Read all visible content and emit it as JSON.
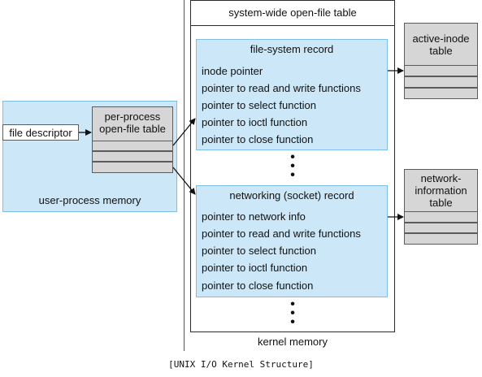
{
  "user_process": {
    "area_label": "user-process memory",
    "file_descriptor_label": "file descriptor",
    "per_process_table_label": "per-process\nopen-file table"
  },
  "kernel": {
    "system_table_label": "system-wide open-file table",
    "area_label": "kernel memory",
    "file_system_record": {
      "title": "file-system record",
      "fields": [
        "inode pointer",
        "pointer to read and write functions",
        "pointer to select function",
        "pointer to ioctl function",
        "pointer to close function"
      ]
    },
    "socket_record": {
      "title": "networking (socket) record",
      "fields": [
        "pointer to network info",
        "pointer to read and write functions",
        "pointer to select function",
        "pointer to ioctl function",
        "pointer to close function"
      ]
    },
    "ellipsis": "•\n•\n•"
  },
  "tables": {
    "active_inode": "active-inode\ntable",
    "network_information": "network-\ninformation\ntable"
  },
  "caption": "[UNIX I/O Kernel Structure]"
}
